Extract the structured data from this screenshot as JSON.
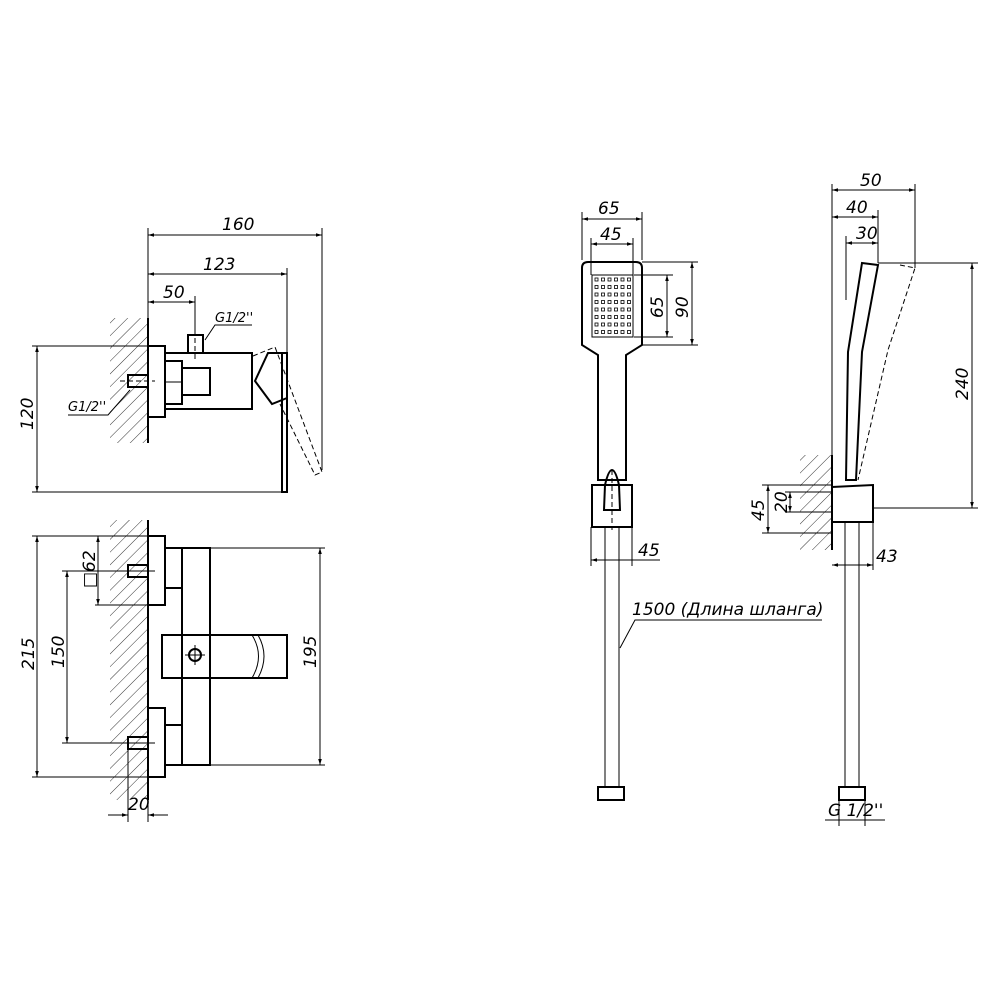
{
  "mixer_side_view": {
    "dim_overall_depth": "160",
    "dim_lever_depth": "123",
    "dim_inlet_offset": "50",
    "dim_height": "120",
    "thread_top": "G1/2''",
    "thread_wall": "G1/2''"
  },
  "mixer_front_view": {
    "dim_overall_height": "215",
    "dim_flange": "□62",
    "dim_centers": "150",
    "dim_body_height": "195",
    "dim_stub": "20"
  },
  "hand_shower_front": {
    "dim_head_width": "65",
    "dim_face_width": "45",
    "dim_face_height": "65",
    "dim_head_height": "90",
    "dim_holder_width": "45",
    "hose_label": "1500 (Длина шланга)"
  },
  "hand_shower_side": {
    "dim_50": "50",
    "dim_40": "40",
    "dim_30": "30",
    "dim_length": "240",
    "dim_holder_height": "45",
    "dim_holder_inner": "20",
    "dim_holder_depth": "43",
    "hose_thread": "G 1/2''"
  }
}
